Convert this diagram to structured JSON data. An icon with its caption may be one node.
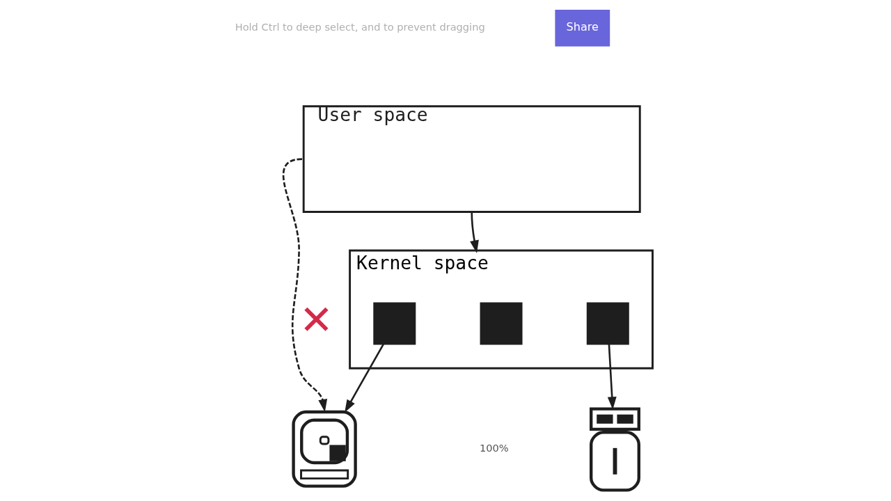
{
  "diagram": {
    "nodes": [
      {
        "text": [
          "User space"
        ]
      },
      {
        "text": [
          "Kernel space"
        ]
      },
      {
        "text": [],
        "shape": "box",
        "in": 1
      },
      {
        "text": [],
        "shape": "box",
        "in": 1
      },
      {
        "text": [],
        "shape": "box",
        "in": 1
      },
      {
        "text": [],
        "shape": "picture"
      },
      {
        "text": [],
        "shape": "picture"
      }
    ],
    "edges": [
      {
        "from": 0,
        "to": 1,
        "arrow": "to"
      },
      {
        "from": 0,
        "to": 5,
        "arrow": "to",
        "style": "dashed",
        "label": "✕"
      },
      {
        "from": 2,
        "to": 5,
        "arrow": "to"
      },
      {
        "from": 4,
        "to": 6,
        "arrow": "to"
      }
    ],
    "labels": [
      "Hold Ctrl to deep select, and to prevent dragging",
      "Share",
      "100%"
    ]
  }
}
